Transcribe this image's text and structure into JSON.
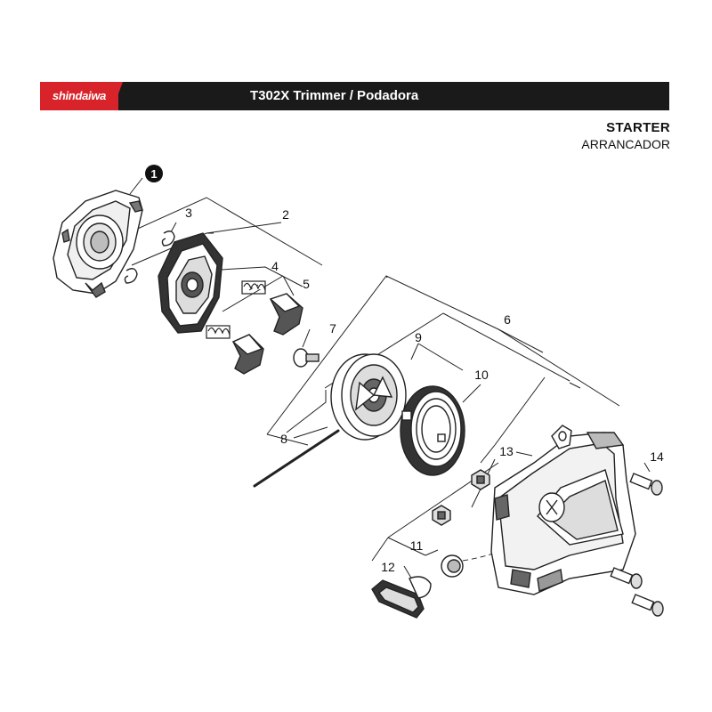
{
  "header": {
    "brand": "shindaiwa",
    "title": "T302X Trimmer / Podadora",
    "brand_color": "#d8232a",
    "banner_color": "#1a1a1a"
  },
  "section": {
    "title": "STARTER",
    "subtitle": "ARRANCADOR"
  },
  "callouts": {
    "c1": "1",
    "c2": "2",
    "c3": "3",
    "c4": "4",
    "c5": "5",
    "c6": "6",
    "c7": "7",
    "c8": "8",
    "c9": "9",
    "c10": "10",
    "c11": "11",
    "c12": "12",
    "c13": "13",
    "c14": "14"
  }
}
